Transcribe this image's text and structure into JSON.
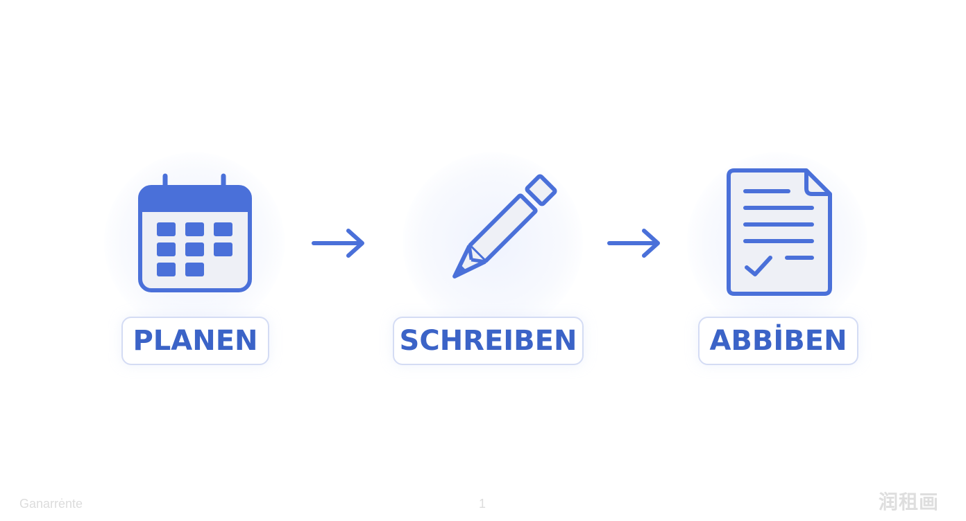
{
  "steps": [
    {
      "label": "PLANEN",
      "icon": "calendar-icon"
    },
    {
      "label": "SCHREIBEN",
      "icon": "pencil-icon"
    },
    {
      "label": "ABBİBEN",
      "icon": "document-check-icon"
    }
  ],
  "connectors": [
    "arrow-right-icon",
    "arrow-right-icon"
  ],
  "footer": {
    "left_text": "Ganarrėnte",
    "page_number": "1",
    "watermark_text": "润租画"
  },
  "colors": {
    "accent": "#4a70d9",
    "icon_fill_light": "#eef0f6",
    "label_border": "#d4dcf4",
    "label_text": "#3b63c7",
    "footer_text": "#dcdcdc"
  }
}
